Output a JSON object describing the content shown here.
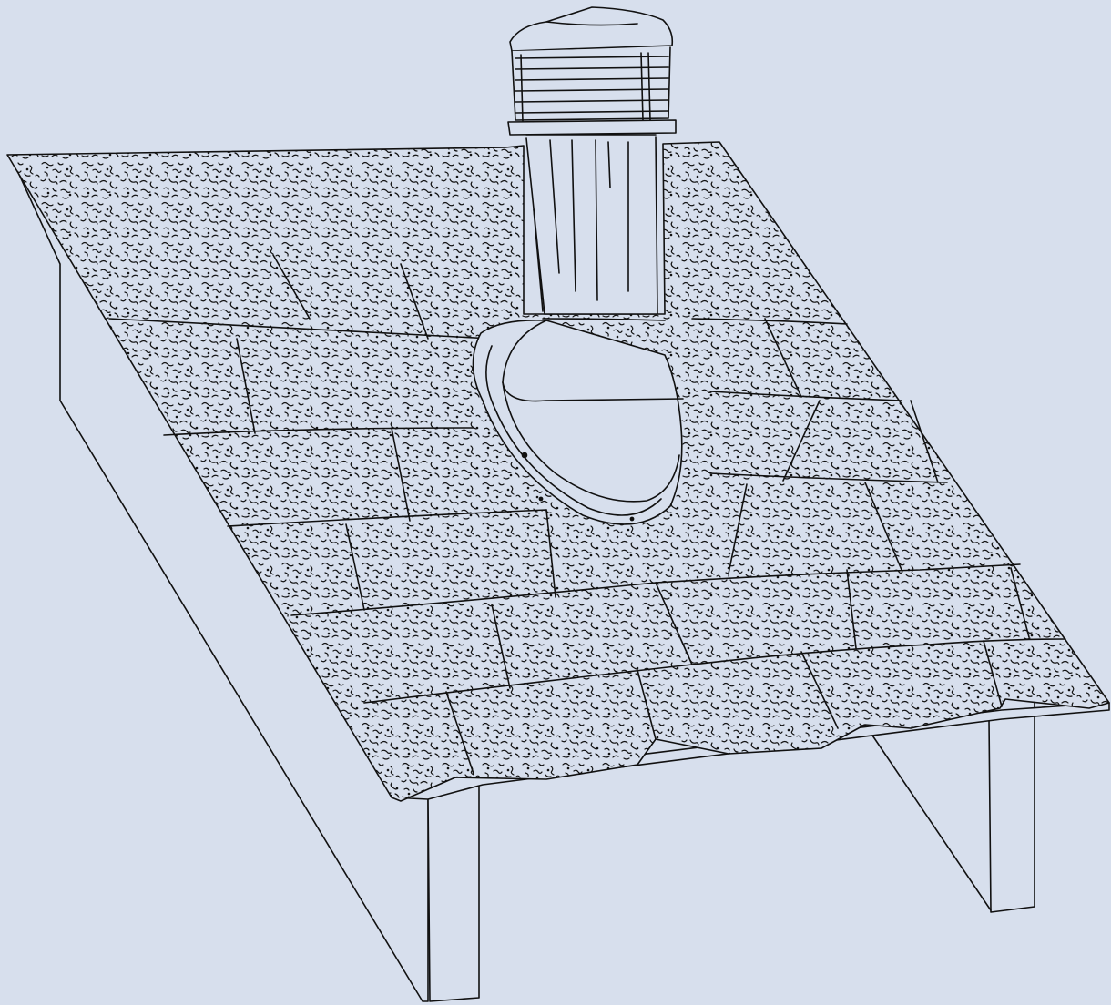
{
  "colors": {
    "background": "#d7dfed",
    "line": "#111111",
    "surface": "#d7dfed"
  },
  "icons": {
    "illustration": "roof-vent-line-drawing-icon"
  },
  "illustration": {
    "subject": "roof-ventilation-pipe-on-shingle-roof",
    "parts": [
      "vent-cap",
      "vent-pipe",
      "flashing-base",
      "shingle-roof",
      "roof-edge-board",
      "support-post-front",
      "support-post-back"
    ]
  }
}
